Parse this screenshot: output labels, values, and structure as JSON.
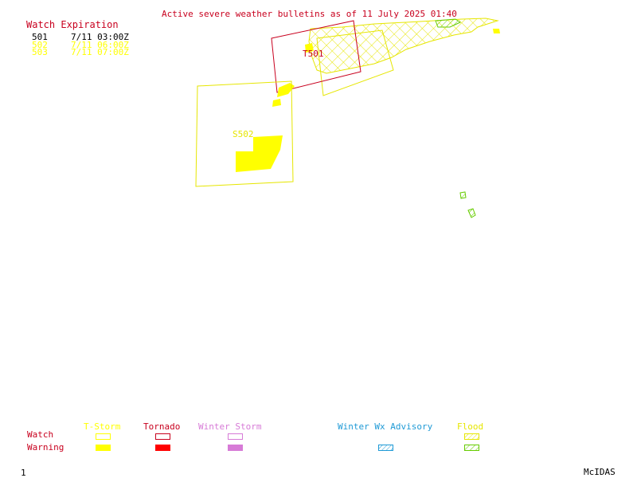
{
  "bulletin_title": "Active severe weather bulletins as of 11 July 2025 01:40",
  "watch_table": {
    "header": "Watch Expiration",
    "rows": [
      {
        "id": "501",
        "expires": "7/11 03:00Z",
        "color": "#c8001e"
      },
      {
        "id": "502",
        "expires": "7/11 06:00Z",
        "color": "#ffff00"
      },
      {
        "id": "503",
        "expires": "7/11 07:00Z",
        "color": "#ffff00"
      }
    ]
  },
  "map_labels": {
    "tornado_watch": "T501",
    "storm_watch": "S502"
  },
  "legend": {
    "row_watch": "Watch",
    "row_warning": "Warning",
    "categories": [
      {
        "key": "tstorm",
        "label": "T-Storm",
        "color": "#ffff00",
        "watch": "outline",
        "warning": "filled"
      },
      {
        "key": "tornado",
        "label": "Tornado",
        "color": "#c8001e",
        "watch": "outline",
        "warning": "filled"
      },
      {
        "key": "winter_storm",
        "label": "Winter Storm",
        "color": "#d77bd7",
        "watch": "outline",
        "warning": "filled"
      },
      {
        "key": "winter_wx_advisory",
        "label": "Winter Wx Advisory",
        "color": "#1f9ad6",
        "watch": "none",
        "warning": "hatched"
      },
      {
        "key": "flood",
        "label": "Flood",
        "color": "#e6e600",
        "watch": "hatched",
        "warning": "hatched-green"
      }
    ]
  },
  "colors": {
    "tornado": "#c8001e",
    "storm": "#ffff00",
    "flood": "#e6e600",
    "flood_warning": "#66cc00",
    "winter": "#d77bd7",
    "advisory": "#1f9ad6"
  },
  "frame_number": "1",
  "brand": "McIDAS"
}
